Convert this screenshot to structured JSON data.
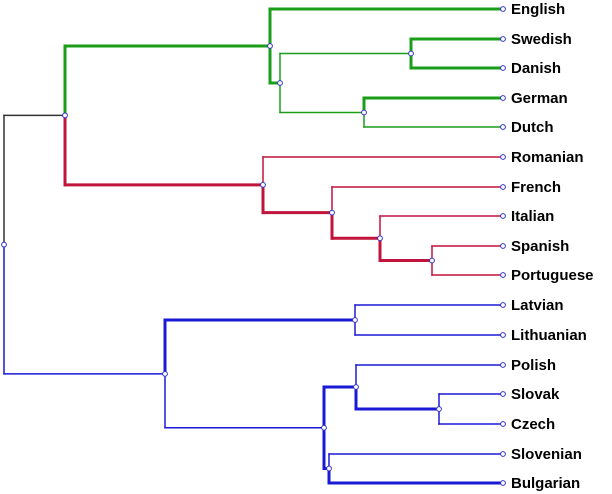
{
  "dendrogram": {
    "colors": {
      "root": "#333333",
      "germanic": "#1a9e1a",
      "romance": "#c0143c",
      "balto_slavic": "#1a1ad6",
      "node_marker": "#3333cc"
    },
    "leaves": [
      {
        "id": "english",
        "label": "English",
        "group": "germanic"
      },
      {
        "id": "swedish",
        "label": "Swedish",
        "group": "germanic"
      },
      {
        "id": "danish",
        "label": "Danish",
        "group": "germanic"
      },
      {
        "id": "german",
        "label": "German",
        "group": "germanic"
      },
      {
        "id": "dutch",
        "label": "Dutch",
        "group": "germanic"
      },
      {
        "id": "romanian",
        "label": "Romanian",
        "group": "romance"
      },
      {
        "id": "french",
        "label": "French",
        "group": "romance"
      },
      {
        "id": "italian",
        "label": "Italian",
        "group": "romance"
      },
      {
        "id": "spanish",
        "label": "Spanish",
        "group": "romance"
      },
      {
        "id": "portuguese",
        "label": "Portuguese",
        "group": "romance"
      },
      {
        "id": "latvian",
        "label": "Latvian",
        "group": "balto_slavic"
      },
      {
        "id": "lithuanian",
        "label": "Lithuanian",
        "group": "balto_slavic"
      },
      {
        "id": "polish",
        "label": "Polish",
        "group": "balto_slavic"
      },
      {
        "id": "slovak",
        "label": "Slovak",
        "group": "balto_slavic"
      },
      {
        "id": "czech",
        "label": "Czech",
        "group": "balto_slavic"
      },
      {
        "id": "slovenian",
        "label": "Slovenian",
        "group": "balto_slavic"
      },
      {
        "id": "bulgarian",
        "label": "Bulgarian",
        "group": "balto_slavic"
      }
    ]
  }
}
